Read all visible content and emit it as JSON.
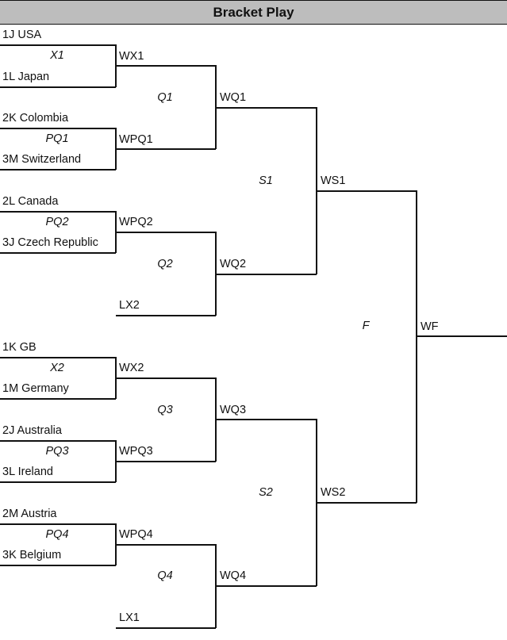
{
  "header": {
    "title": "Bracket Play"
  },
  "teams": {
    "t1": "1J USA",
    "t2": "1L Japan",
    "t3": "2K Colombia",
    "t4": "3M Switzerland",
    "t5": "2L Canada",
    "t6": "3J Czech Republic",
    "t7": "1K GB",
    "t8": "1M Germany",
    "t9": "2J Australia",
    "t10": "3L Ireland",
    "t11": "2M Austria",
    "t12": "3K Belgium"
  },
  "matches": {
    "x1": "X1",
    "pq1": "PQ1",
    "pq2": "PQ2",
    "x2": "X2",
    "pq3": "PQ3",
    "pq4": "PQ4",
    "q1": "Q1",
    "q2": "Q2",
    "q3": "Q3",
    "q4": "Q4",
    "s1": "S1",
    "s2": "S2",
    "f": "F"
  },
  "winners": {
    "wx1": "WX1",
    "wpq1": "WPQ1",
    "wpq2": "WPQ2",
    "lx2": "LX2",
    "wx2": "WX2",
    "wpq3": "WPQ3",
    "wpq4": "WPQ4",
    "lx1": "LX1",
    "wq1": "WQ1",
    "wq2": "WQ2",
    "wq3": "WQ3",
    "wq4": "WQ4",
    "ws1": "WS1",
    "ws2": "WS2",
    "wf": "WF"
  }
}
